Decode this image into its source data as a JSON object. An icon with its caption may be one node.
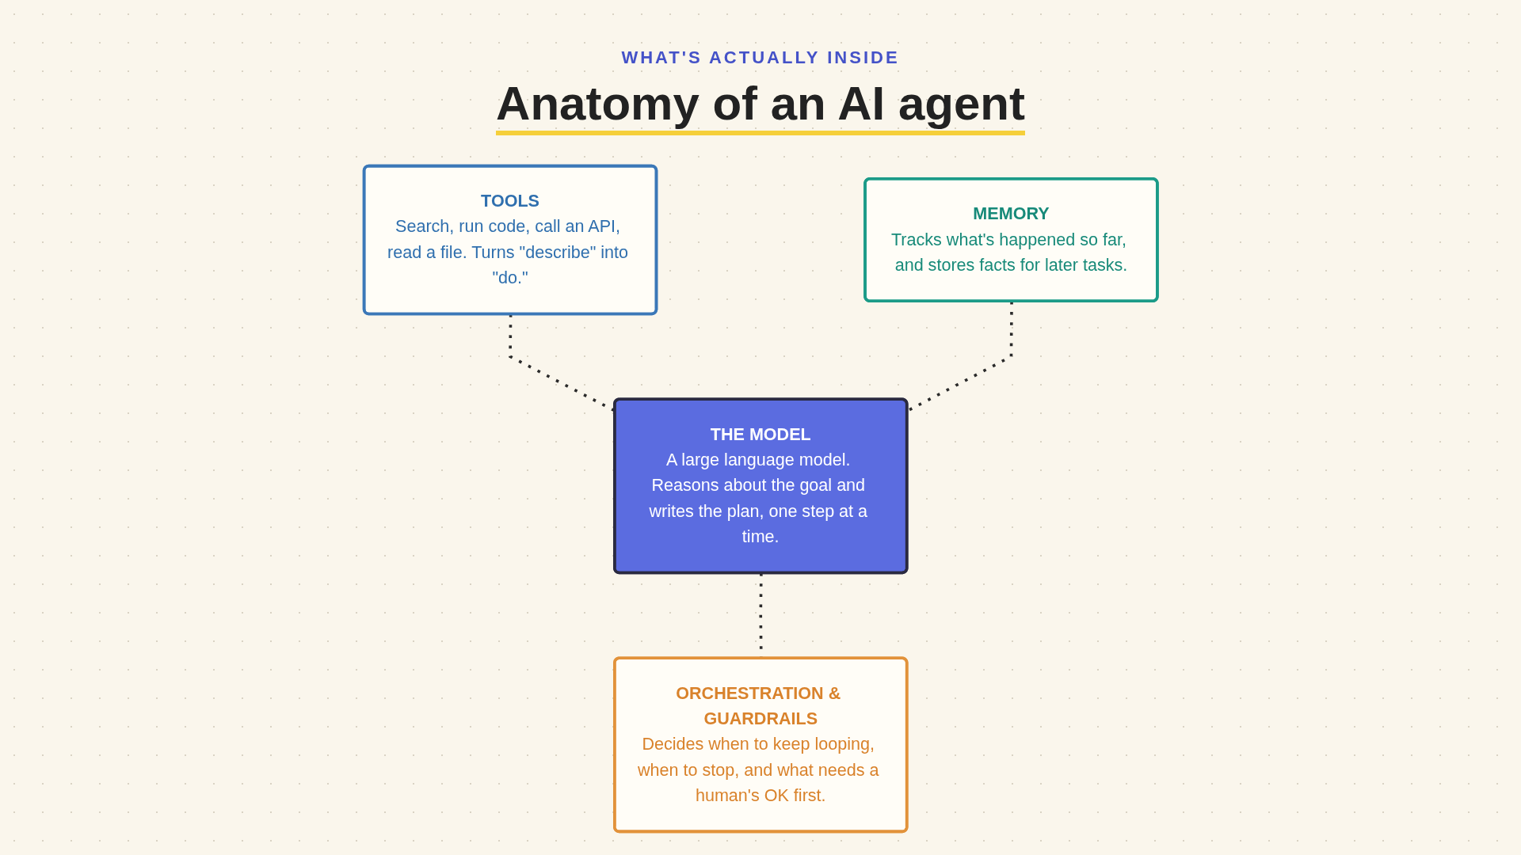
{
  "diagram": {
    "title": "Anatomy of an AI agent",
    "labels": [
      "WHAT'S ACTUALLY INSIDE"
    ],
    "nodes": [
      {
        "text": [
          "TOOLS",
          "Search, run code, call an API, read a file. Turns \"describe\" into \"do.\""
        ]
      },
      {
        "text": [
          "MEMORY",
          "Tracks what's happened so far, and stores facts for later tasks."
        ]
      },
      {
        "text": [
          "THE MODEL",
          "A large language model. Reasons about the goal and writes the plan, one step at a time."
        ]
      },
      {
        "text": [
          "ORCHESTRATION & GUARDRAILS",
          "Decides when to keep looping, when to stop, and what needs a human's OK first."
        ]
      }
    ],
    "edges": [
      {
        "from": 0,
        "to": 2,
        "arrow": "none",
        "style": "dashed"
      },
      {
        "from": 1,
        "to": 2,
        "arrow": "none",
        "style": "dashed"
      },
      {
        "from": 2,
        "to": 3,
        "arrow": "none",
        "style": "dashed"
      }
    ]
  }
}
